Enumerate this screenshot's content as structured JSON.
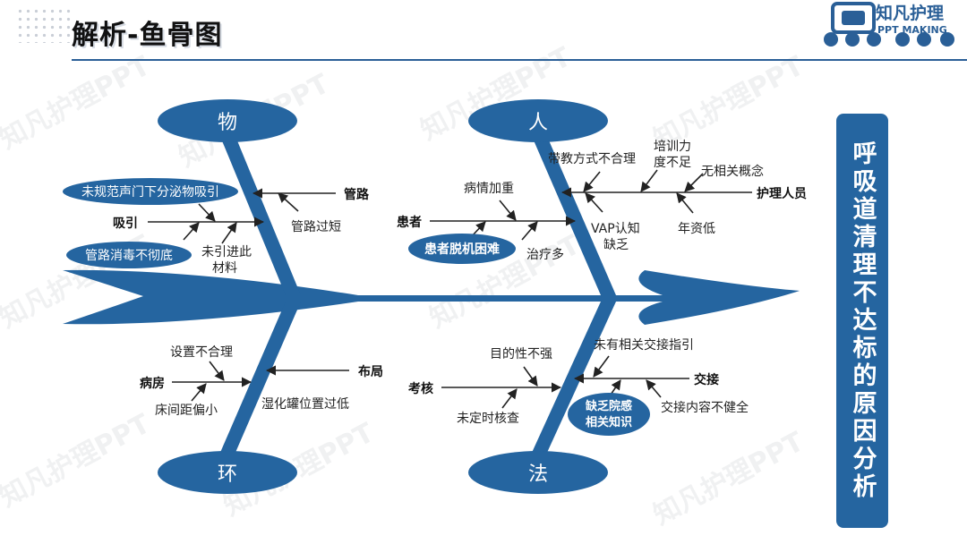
{
  "header": {
    "title": "解析-鱼骨图",
    "logo_name": "知凡护理",
    "logo_sub": "PPT MAKING"
  },
  "side_title": "呼吸道清理不达标的原因分析",
  "categories": {
    "wu": "物",
    "ren": "人",
    "huan": "环",
    "fa": "法"
  },
  "causes": {
    "wu": {
      "guanlu": "管路",
      "guanlu_short": "管路过短",
      "xiyin": "吸引",
      "nonstandard": "未规范声门下分泌物吸引",
      "disinfect": "管路消毒不彻底",
      "no_material_1": "未引进此",
      "no_material_2": "材料"
    },
    "ren": {
      "nurse": "护理人员",
      "teach": "带教方式不合理",
      "train_1": "培训力",
      "train_2": "度不足",
      "no_concept": "无相关概念",
      "vap_1": "VAP认知",
      "vap_2": "缺乏",
      "age": "年资低",
      "patient": "患者",
      "severe": "病情加重",
      "difficult": "患者脱机困难",
      "treatment": "治疗多"
    },
    "huan": {
      "ward": "病房",
      "setting": "设置不合理",
      "bed": "床间距偏小",
      "layout": "布局",
      "humid": "湿化罐位置过低"
    },
    "fa": {
      "exam": "考核",
      "purpose": "目的性不强",
      "timing": "未定时核查",
      "handover": "交接",
      "guide": "未有相关交接指引",
      "content": "交接内容不健全",
      "lack_1": "缺乏院感",
      "lack_2": "相关知识"
    }
  },
  "watermark": "知凡护理PPT",
  "colors": {
    "primary": "#2565a0",
    "title_rule": "#2a5f97",
    "text": "#222222"
  }
}
